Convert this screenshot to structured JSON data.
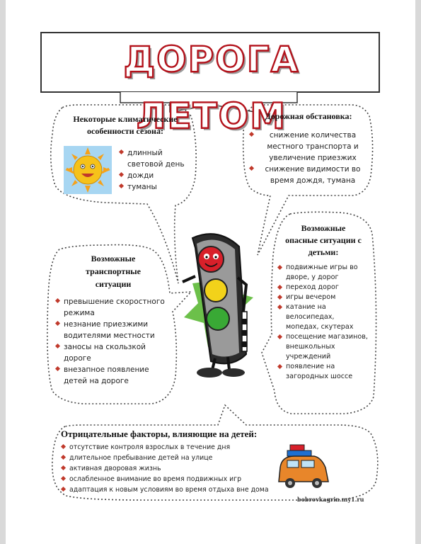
{
  "header": {
    "title": "ДОРОГА ЛЕТОМ"
  },
  "climate": {
    "title": "Некоторые климатические особенности сезона:",
    "items": [
      "длинный световой день",
      "дожди",
      "туманы"
    ]
  },
  "road": {
    "title": "Дорожная обстановка:",
    "items": [
      "снижение количества местного транспорта и увеличение приезжих",
      "снижение видимости во время дождя, тумана"
    ]
  },
  "traffic": {
    "title": "Возможные транспортные ситуации",
    "items": [
      "превышение скоростного режима",
      "незнание приезжими водителями местности",
      "заносы на скользкой дороге",
      "внезапное появление детей на дороге"
    ]
  },
  "danger": {
    "title": "Возможные опасные ситуации с детьми:",
    "items": [
      "подвижные игры во дворе, у дорог",
      "переход дорог",
      "игры вечером",
      "катание на велосипедах, мопедах, скутерах",
      "посещение магазинов, внешкольных учреждений",
      "появление на загородных шоссе"
    ]
  },
  "factors": {
    "title": "Отрицательные факторы, влияющие на детей:",
    "items": [
      "отсутствие контроля взрослых в течение дня",
      "длительное пребывание детей на улице",
      "активная дворовая жизнь",
      "ослабленное внимание во время подвижных игр",
      "адаптация к новым условиям во время отдыха вне дома"
    ]
  },
  "watermark": "bobrovkagrin.my1.ru",
  "colors": {
    "title_stroke": "#b3121b",
    "bullet": "#c0392b",
    "sun": "#f6c21a",
    "sky": "#a7d6f2",
    "car": "#e8862a"
  },
  "icons": [
    "sun-icon",
    "traffic-light-icon",
    "car-icon"
  ]
}
